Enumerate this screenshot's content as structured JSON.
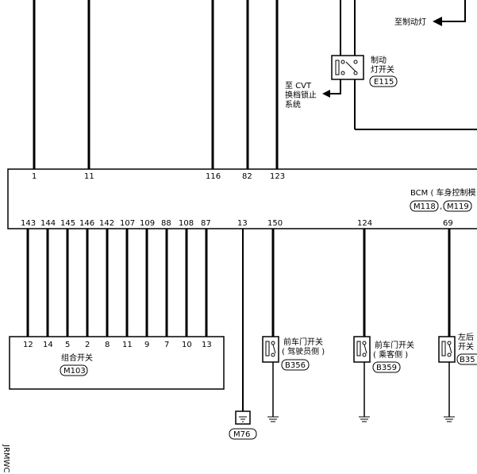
{
  "labels": {
    "brake_lamp": "至制动灯",
    "brake_switch_line1": "制动",
    "brake_switch_line2": "灯开关",
    "brake_switch_conn": "E115",
    "cvt_line1": "至 CVT",
    "cvt_line2": "换档锁止",
    "cvt_line3": "系统",
    "bcm_title": "BCM ( 车身控制模",
    "bcm_conn1": "M118",
    "bcm_conn2": "M119",
    "combo_switch": "组合开关",
    "combo_conn": "M103",
    "front_door_driver_line1": "前车门开关",
    "front_door_driver_line2": "( 驾驶员侧 )",
    "front_door_driver_conn": "B356",
    "front_door_pass_line1": "前车门开关",
    "front_door_pass_line2": "( 乘客侧 )",
    "front_door_pass_conn": "B359",
    "rear_left_line1": "左后",
    "rear_left_line2": "开关",
    "rear_left_conn": "B35",
    "ground_conn": "M76",
    "side_code": "JRMWC"
  },
  "bcm_top_pins": [
    "1",
    "11",
    "116",
    "82",
    "123"
  ],
  "bcm_bottom_pins": [
    "143",
    "144",
    "145",
    "146",
    "142",
    "107",
    "109",
    "88",
    "108",
    "87",
    "13",
    "150",
    "124",
    "69"
  ],
  "combo_pins": [
    "12",
    "14",
    "5",
    "2",
    "8",
    "11",
    "9",
    "7",
    "10",
    "13"
  ]
}
